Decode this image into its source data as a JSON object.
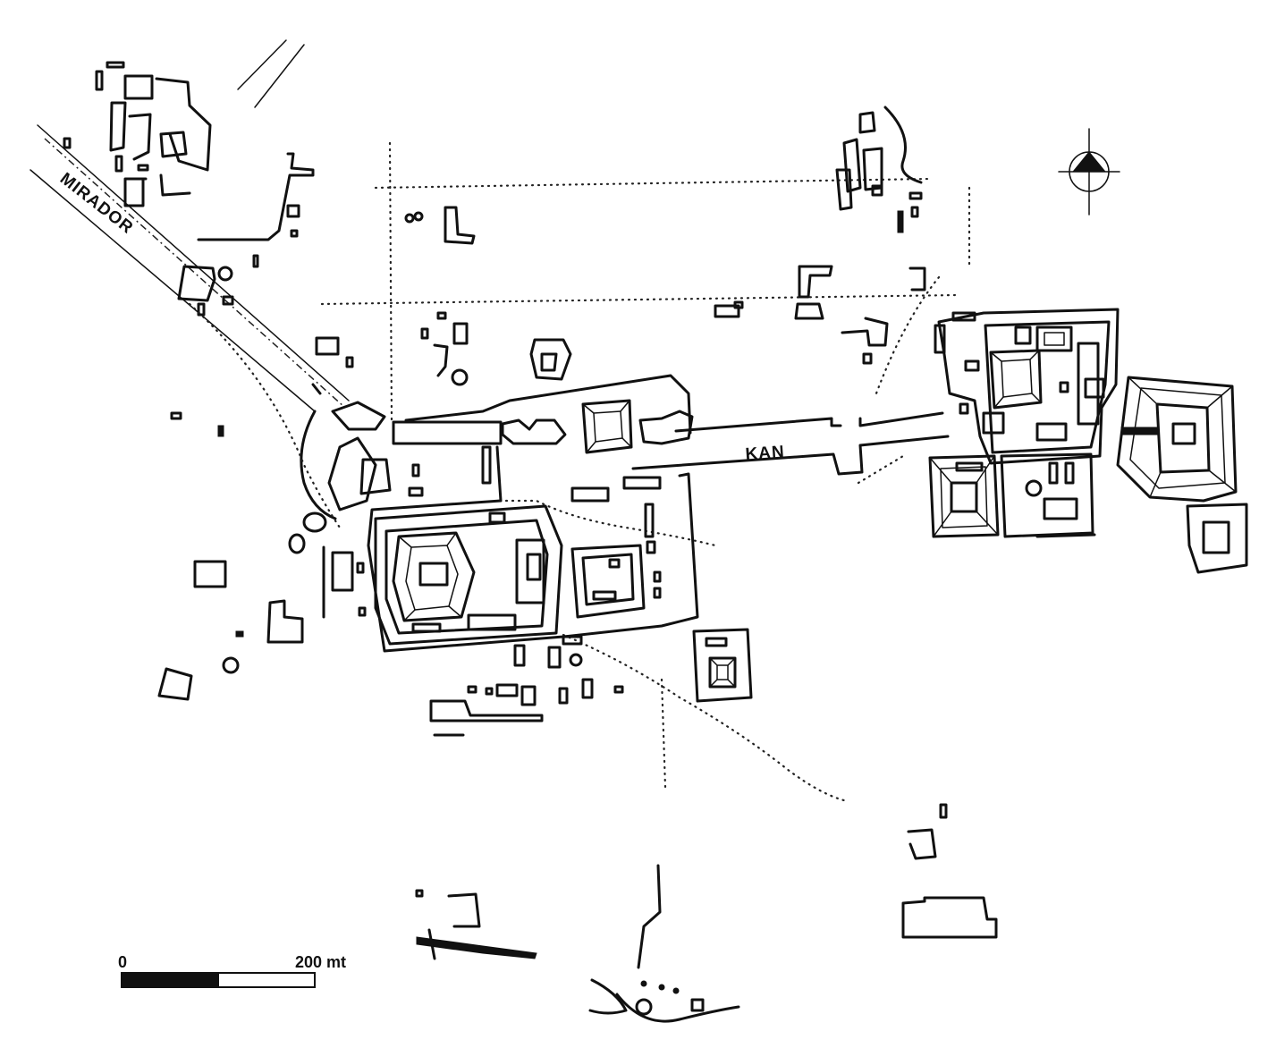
{
  "map": {
    "road_labels": {
      "mirador": "MIRADOR",
      "kan": "KAN"
    },
    "scale_bar": {
      "start_label": "0",
      "end_label": "200 mt"
    },
    "north_arrow": "north-arrow-icon",
    "colors": {
      "ink": "#111111",
      "paper": "#ffffff"
    }
  }
}
